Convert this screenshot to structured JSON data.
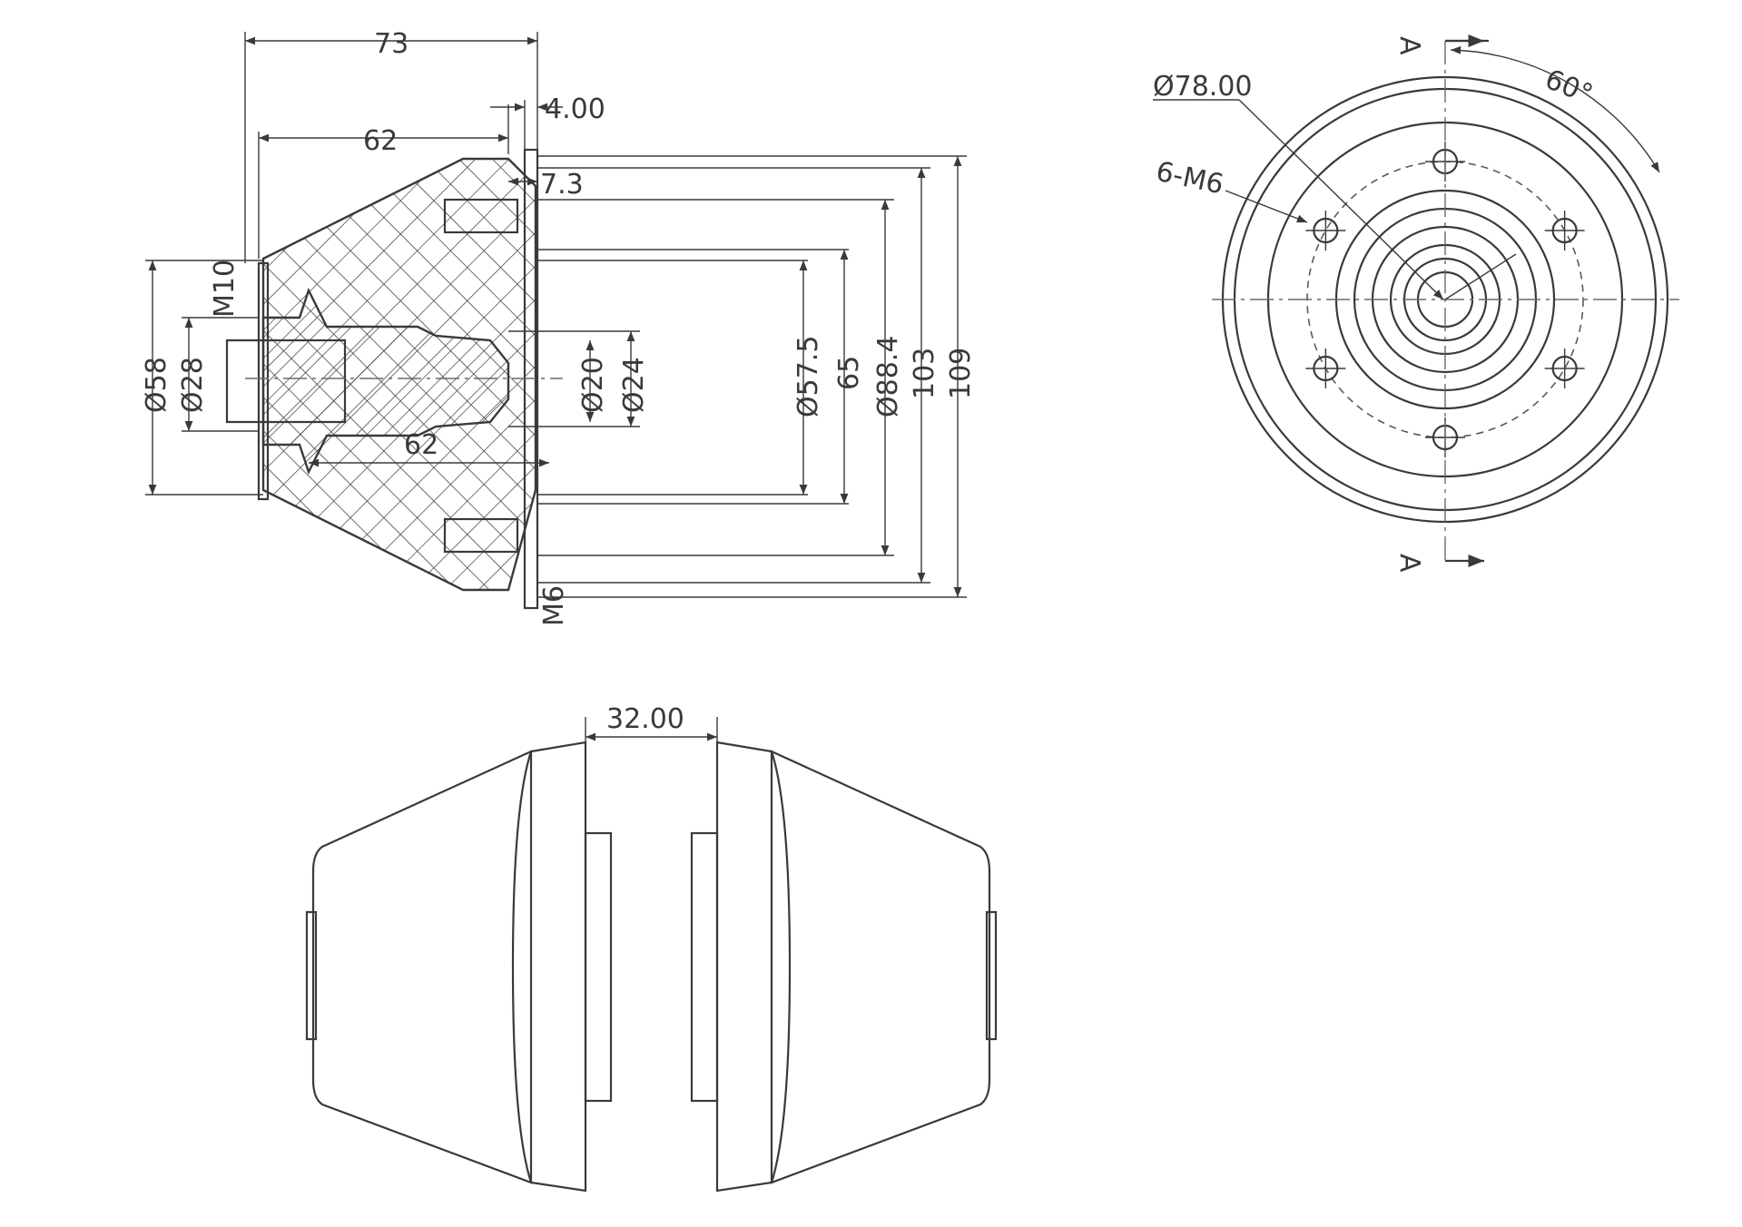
{
  "drawing_title": "",
  "section_view": {
    "dims": {
      "overall_length": "73",
      "rubber_length": "62",
      "flange_thickness": "4.00",
      "flange_offset": "7.3",
      "inner_length": "62",
      "thread_center": "M10",
      "thread_flange": "M6",
      "dia_58": "Ø58",
      "dia_28": "Ø28",
      "dia_20": "Ø20",
      "dia_24": "Ø24",
      "dia_57_5": "Ø57.5",
      "h_65": "65",
      "dia_88_4": "Ø88.4",
      "h_103": "103",
      "h_109": "109"
    }
  },
  "end_view": {
    "bolt_circle": "Ø78.00",
    "holes": "6-M6",
    "angle": "60°",
    "section_mark_top": "A",
    "section_mark_bottom": "A"
  },
  "side_view": {
    "gap": "32.00"
  },
  "colors": {
    "line": "#3a3a3a",
    "rubber_fill": "#ffffff",
    "metal_fill": "#d9d9d9",
    "background": "#ffffff"
  }
}
